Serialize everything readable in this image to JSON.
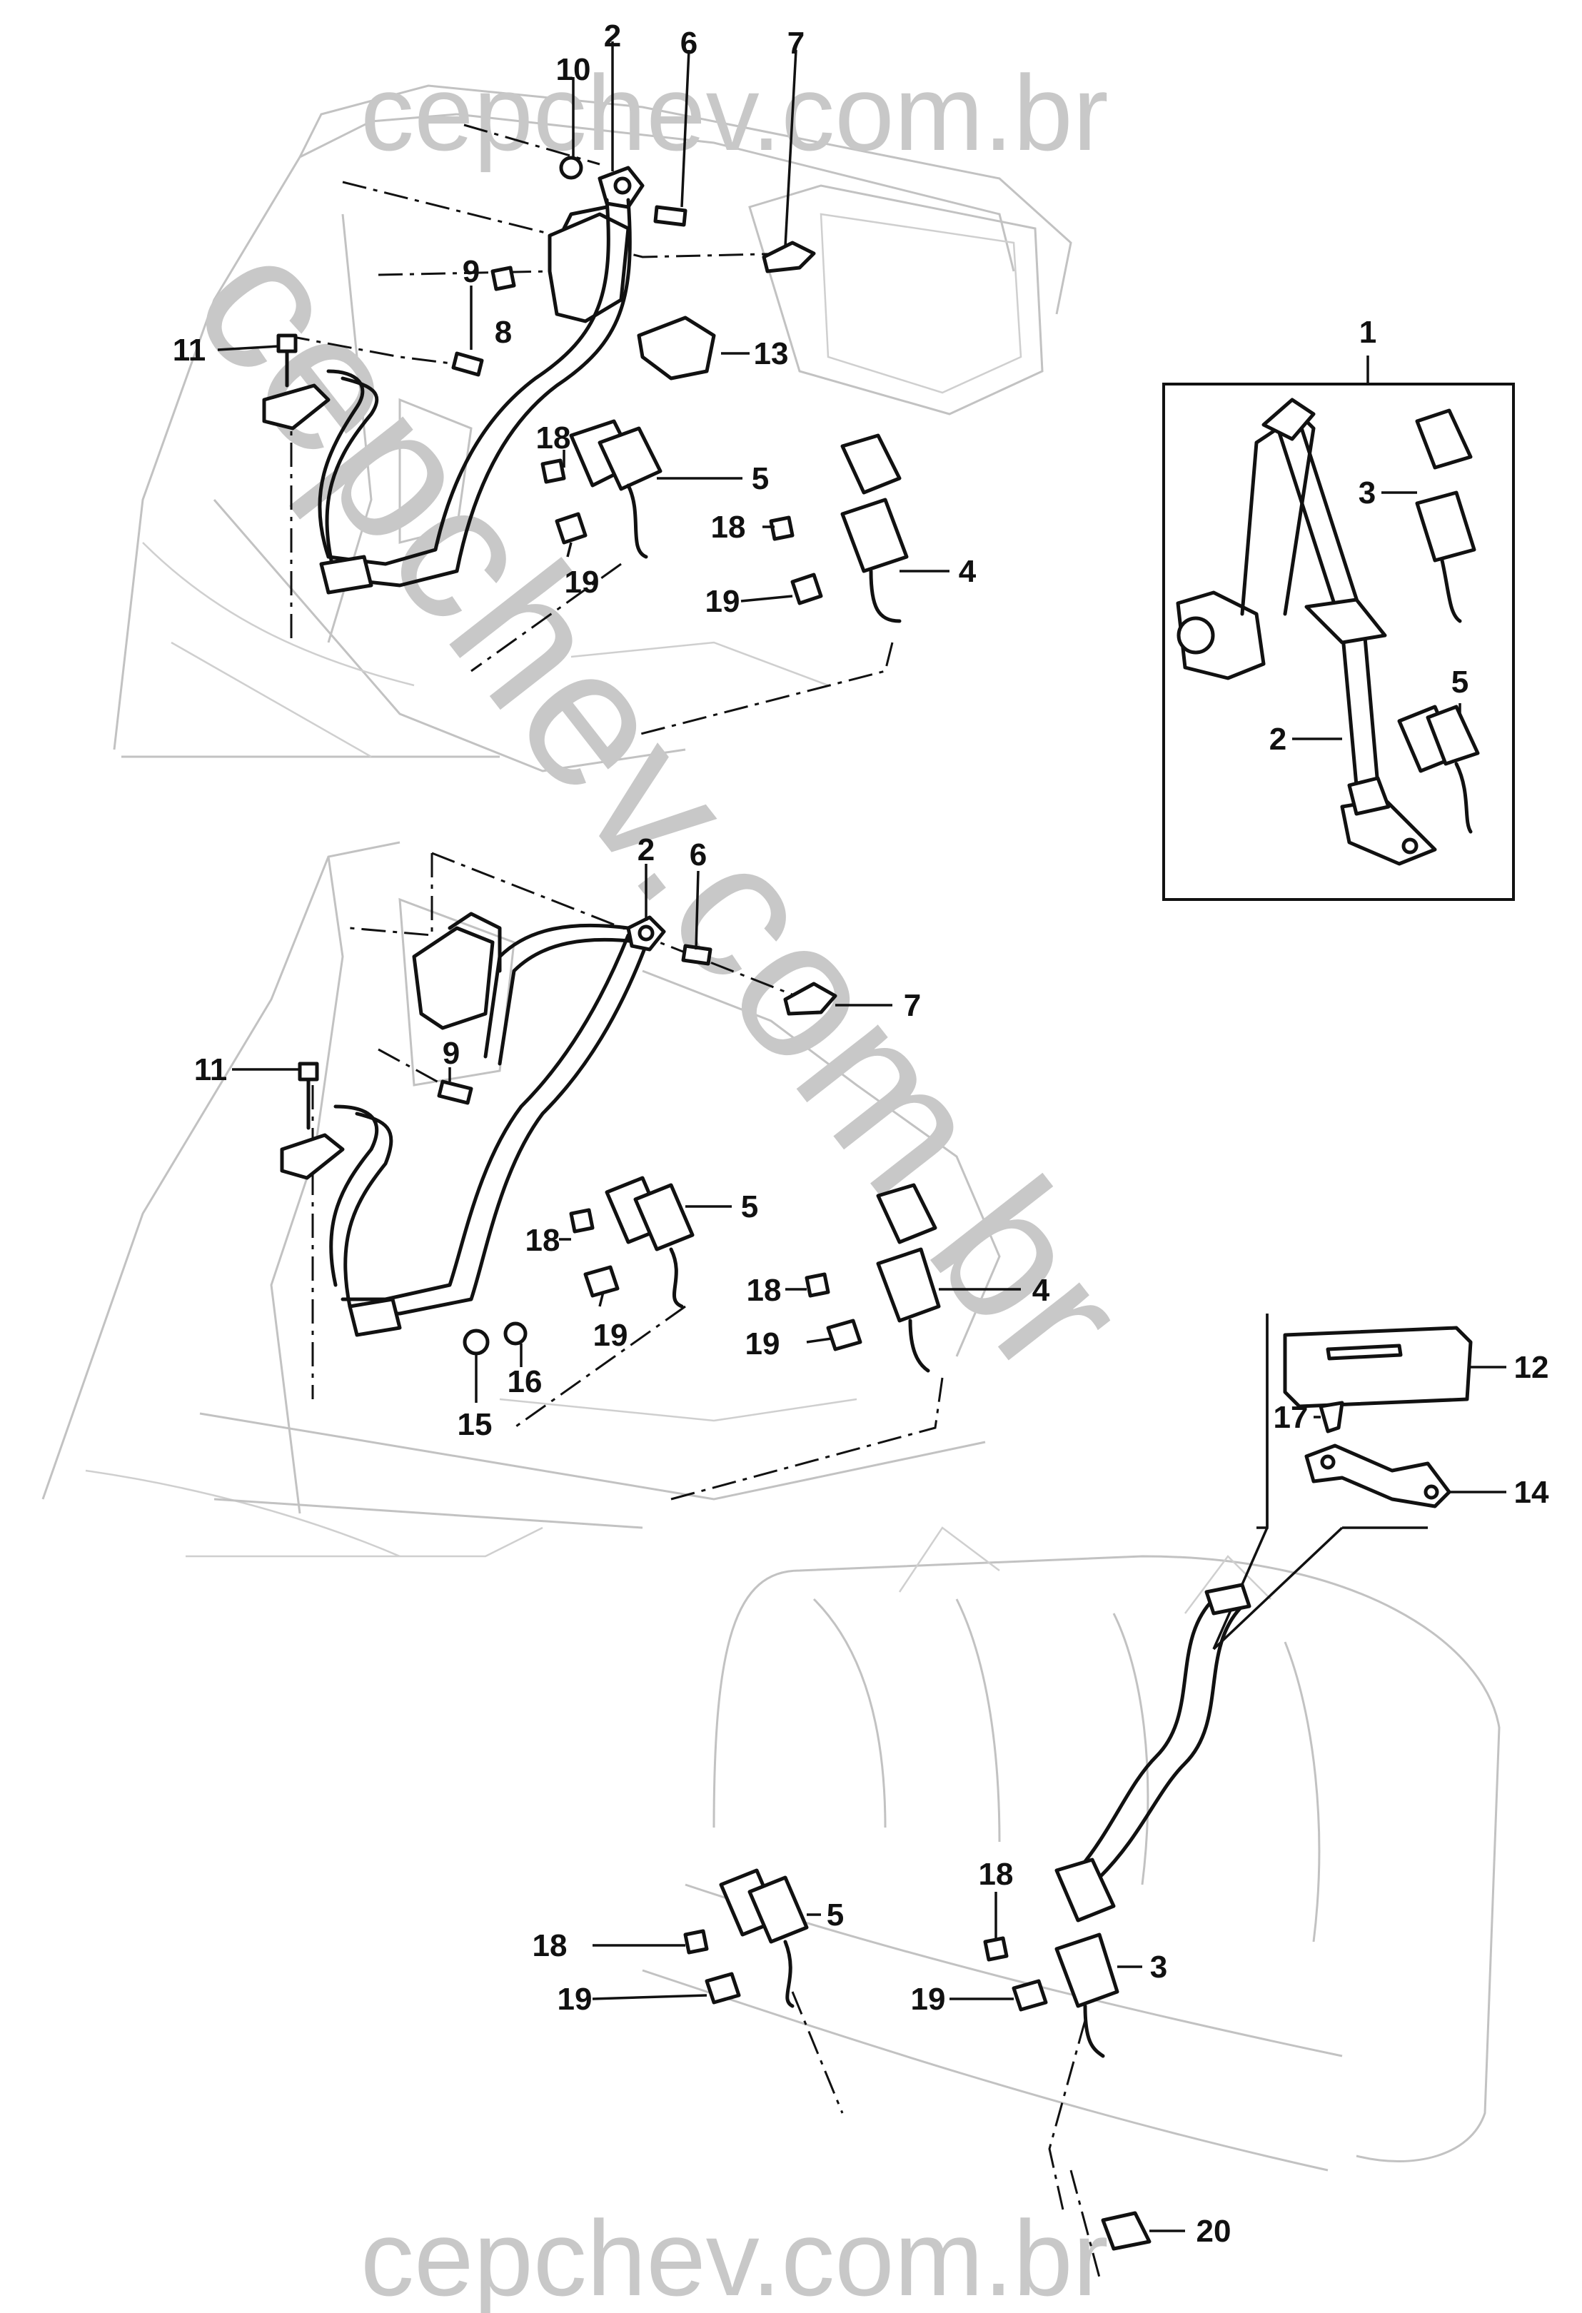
{
  "watermarks": {
    "top": "cepchev.com.br",
    "diagonal": "cepchev.com.br",
    "bottom": "cepchev.com.br"
  },
  "callouts": {
    "top": {
      "c2": "2",
      "c10": "10",
      "c6": "6",
      "c7": "7",
      "c9": "9",
      "c8": "8",
      "c11": "11",
      "c13": "13",
      "c18a": "18",
      "c5": "5",
      "c18b": "18",
      "c19a": "19",
      "c4": "4",
      "c19b": "19"
    },
    "kit": {
      "c1": "1",
      "c3": "3",
      "c2": "2",
      "c5": "5"
    },
    "middle": {
      "c2": "2",
      "c6": "6",
      "c7": "7",
      "c11": "11",
      "c9": "9",
      "c5": "5",
      "c18a": "18",
      "c18b": "18",
      "c4": "4",
      "c19a": "19",
      "c19b": "19",
      "c16": "16",
      "c15": "15"
    },
    "detail": {
      "c12": "12",
      "c17": "17",
      "c14": "14"
    },
    "bottom": {
      "c18a": "18",
      "c5": "5",
      "c18b": "18",
      "c19a": "19",
      "c3": "3",
      "c19b": "19",
      "c20": "20"
    }
  }
}
